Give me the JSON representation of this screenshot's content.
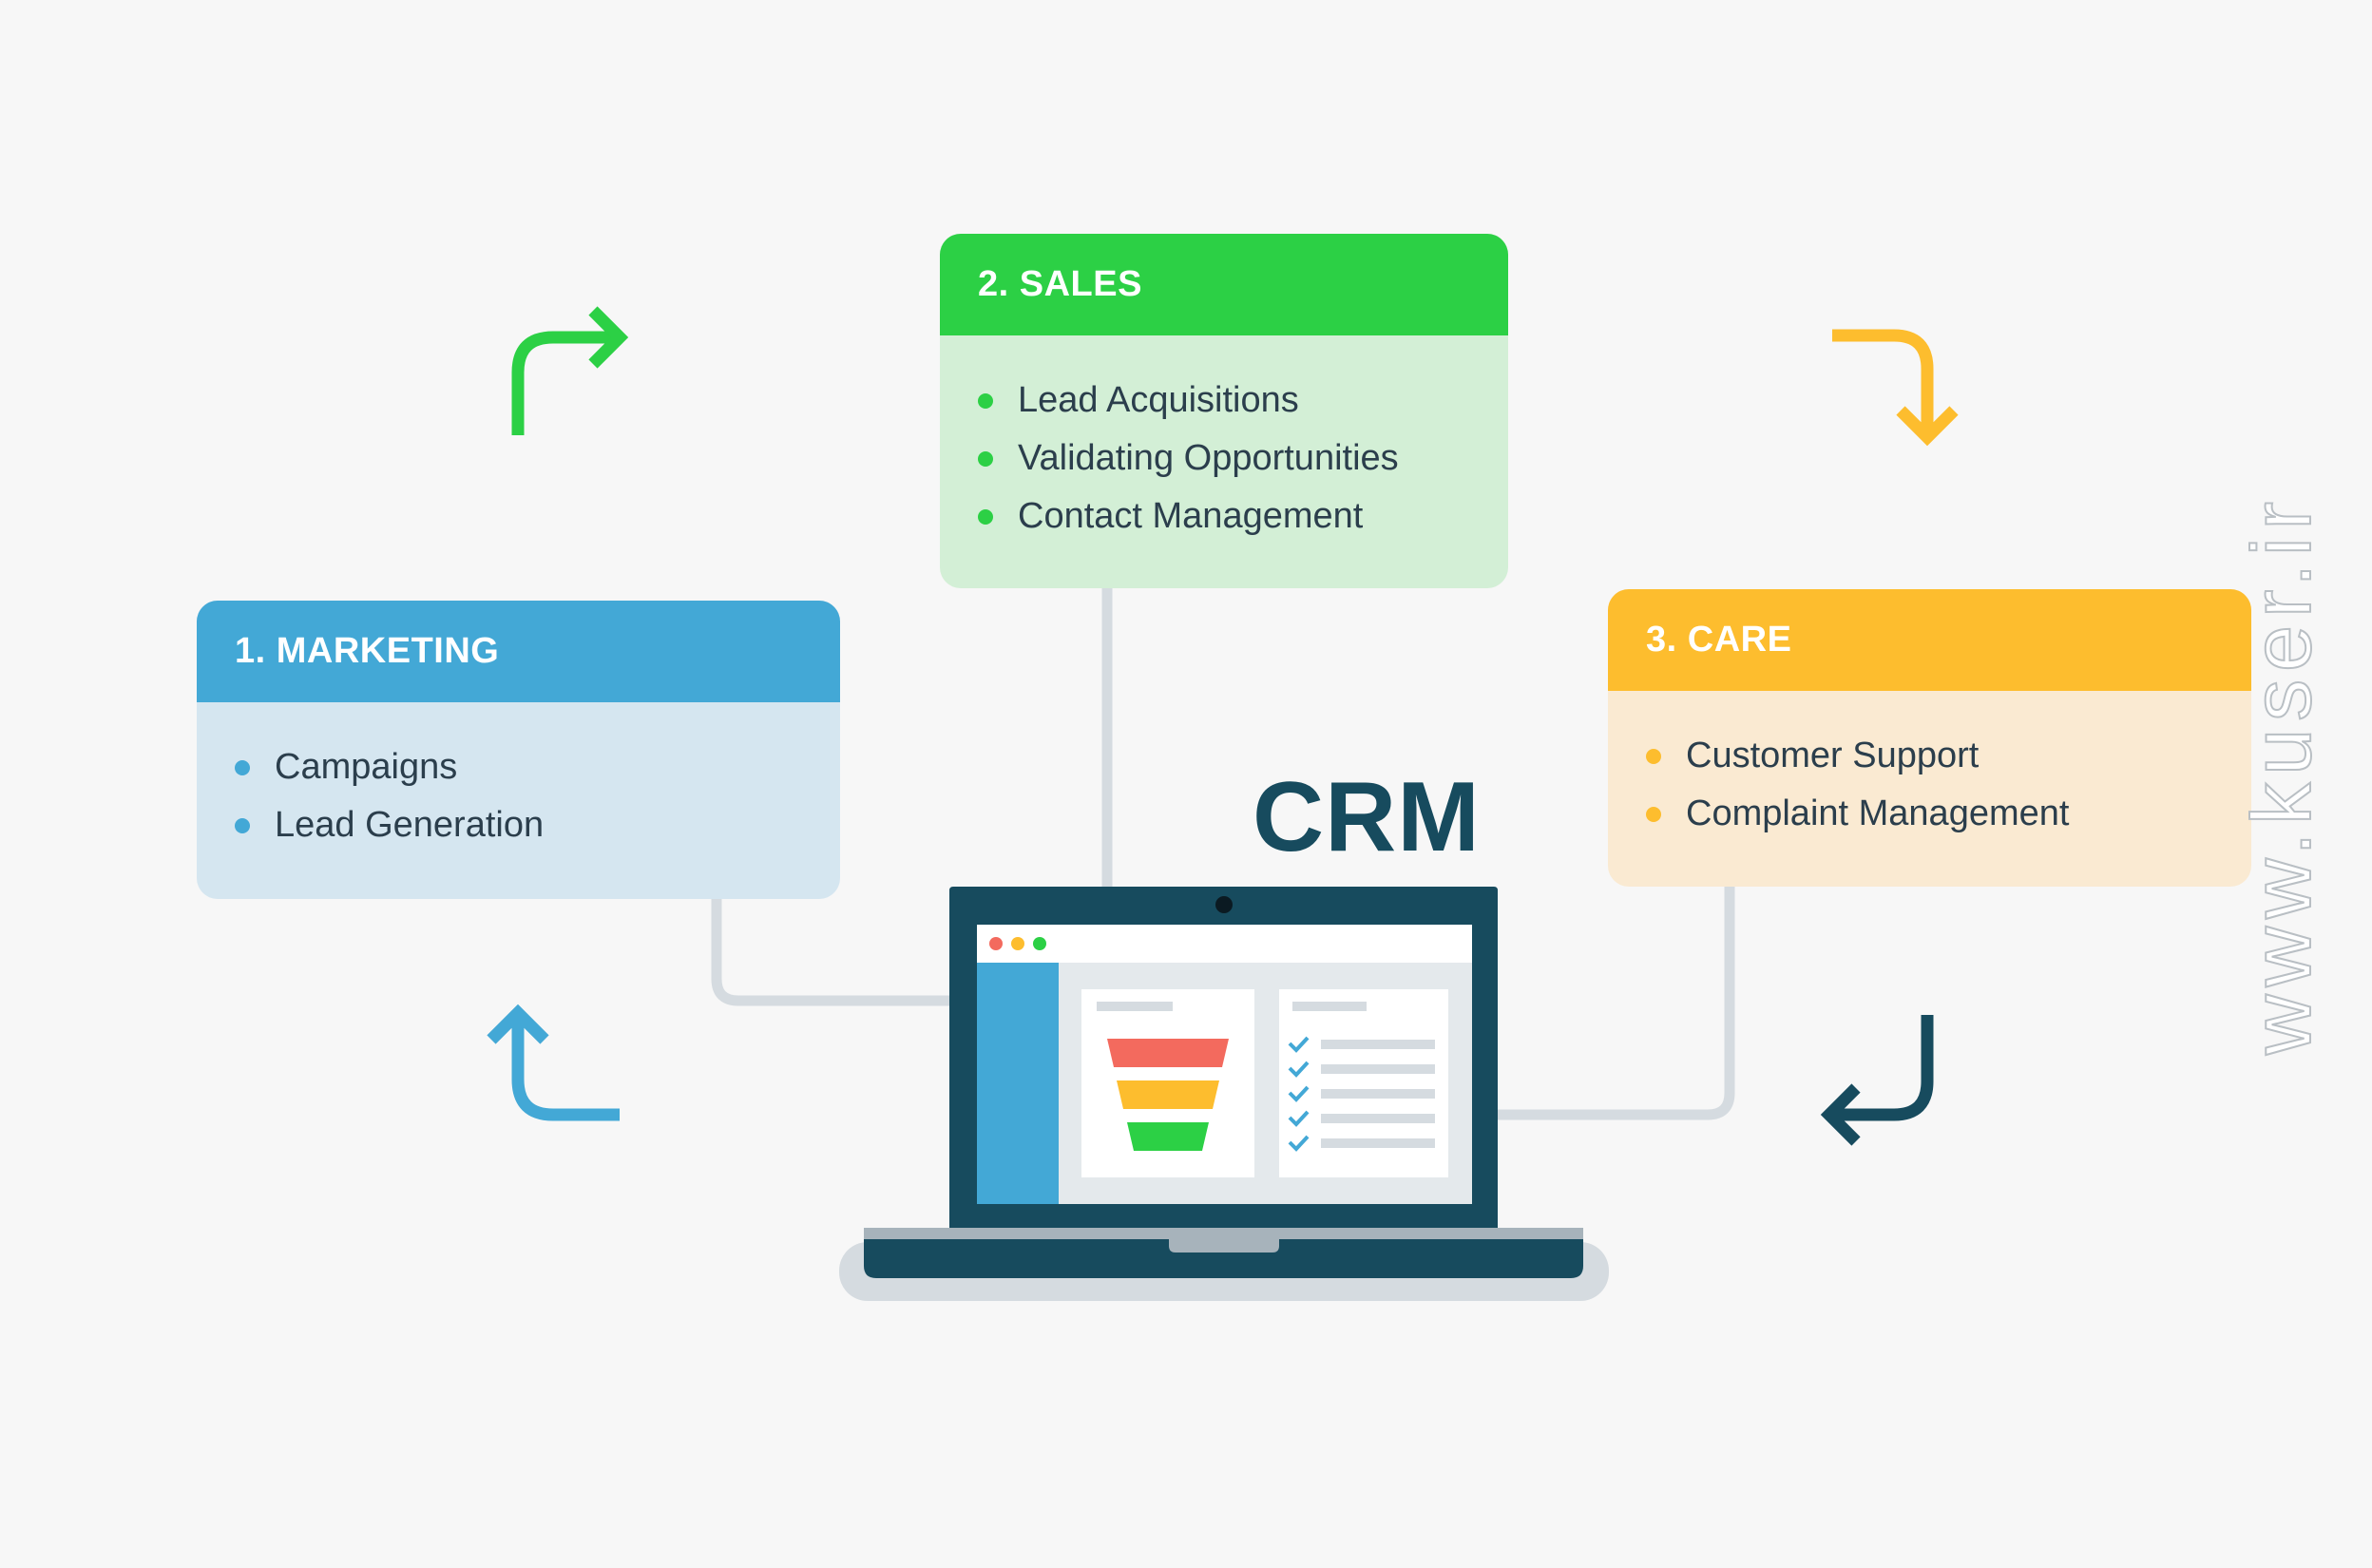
{
  "diagram": {
    "center_label": "CRM",
    "colors": {
      "marketing": "#43a8d6",
      "sales": "#2cd045",
      "care": "#fdbd2e",
      "dark": "#174b5e",
      "connector": "#d5dbe0"
    },
    "cards": {
      "marketing": {
        "title": "1. MARKETING",
        "items": [
          "Campaigns",
          "Lead Generation"
        ]
      },
      "sales": {
        "title": "2. SALES",
        "items": [
          "Lead Acquisitions",
          "Validating Opportunities",
          "Contact Management"
        ]
      },
      "care": {
        "title": "3. CARE",
        "items": [
          "Customer Support",
          "Complaint Management"
        ]
      }
    },
    "arrows": [
      {
        "name": "arrow-marketing-to-sales",
        "icon": "arrow-turn-up-right-icon"
      },
      {
        "name": "arrow-sales-to-care",
        "icon": "arrow-turn-right-down-icon"
      },
      {
        "name": "arrow-care-to-crm",
        "icon": "arrow-turn-down-left-icon"
      },
      {
        "name": "arrow-crm-to-marketing",
        "icon": "arrow-turn-left-up-icon"
      }
    ],
    "laptop_icon": "laptop-icon",
    "screen_widgets": [
      "funnel-icon",
      "checklist-icon"
    ]
  },
  "watermark": "www.kuser.ir"
}
